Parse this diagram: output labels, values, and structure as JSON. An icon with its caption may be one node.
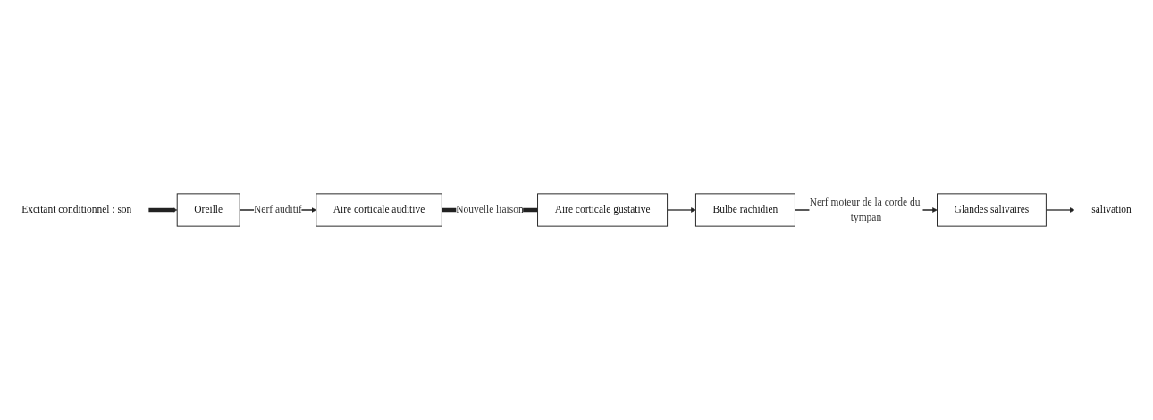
{
  "diagram": {
    "nodes": [
      {
        "text": [
          "Aire corticale auditive"
        ]
      },
      {
        "text": [
          "Aire corticale gustative"
        ]
      },
      {
        "text": [
          "Bulbe rachidien"
        ]
      },
      {
        "text": [
          "Glandes salivaires"
        ]
      },
      {
        "text": [
          "Oreille"
        ]
      },
      {
        "text": [
          "Excitant conditionnel : son"
        ]
      },
      {
        "text": [
          "salivation"
        ]
      }
    ],
    "edges": [
      {
        "from": 0,
        "to": 1,
        "arrow": "none",
        "label": "Nouvelle liaison",
        "style": "thick"
      },
      {
        "from": 1,
        "to": 2,
        "arrow": "to"
      },
      {
        "from": 4,
        "to": 0,
        "arrow": "to",
        "label": "Nerf auditif"
      },
      {
        "from": 2,
        "to": 3,
        "arrow": "to",
        "label": "Nerf moteur de la corde du tympan"
      },
      {
        "from": 5,
        "to": 4,
        "arrow": "to",
        "style": "thick"
      },
      {
        "from": 3,
        "to": 6,
        "arrow": "to"
      }
    ]
  }
}
